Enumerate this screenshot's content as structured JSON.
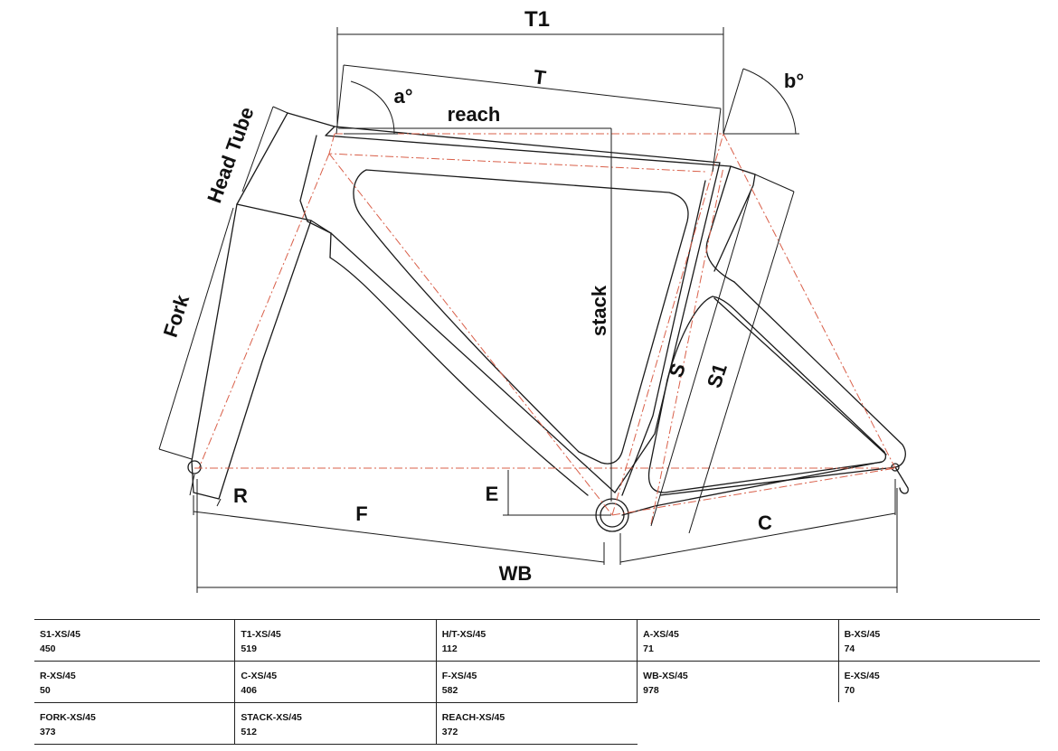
{
  "diagram": {
    "labels": {
      "t1": "T1",
      "t": "T",
      "a": "a°",
      "b": "b°",
      "reach": "reach",
      "head_tube": "Head Tube",
      "fork": "Fork",
      "stack": "stack",
      "s": "S",
      "s1": "S1",
      "e": "E",
      "r": "R",
      "f": "F",
      "c": "C",
      "wb": "WB"
    },
    "colors": {
      "frame": "#1a1a1a",
      "axis": "#d9604a"
    }
  },
  "specs": {
    "rows": [
      [
        {
          "name": "S1-XS/45",
          "value": "450"
        },
        {
          "name": "T1-XS/45",
          "value": "519"
        },
        {
          "name": "H/T-XS/45",
          "value": "112"
        },
        {
          "name": "A-XS/45",
          "value": "71"
        },
        {
          "name": "B-XS/45",
          "value": "74"
        }
      ],
      [
        {
          "name": "R-XS/45",
          "value": "50"
        },
        {
          "name": "C-XS/45",
          "value": "406"
        },
        {
          "name": "F-XS/45",
          "value": "582"
        },
        {
          "name": "WB-XS/45",
          "value": "978"
        },
        {
          "name": "E-XS/45",
          "value": "70"
        }
      ],
      [
        {
          "name": "FORK-XS/45",
          "value": "373"
        },
        {
          "name": "STACK-XS/45",
          "value": "512"
        },
        {
          "name": "REACH-XS/45",
          "value": "372"
        }
      ]
    ]
  }
}
